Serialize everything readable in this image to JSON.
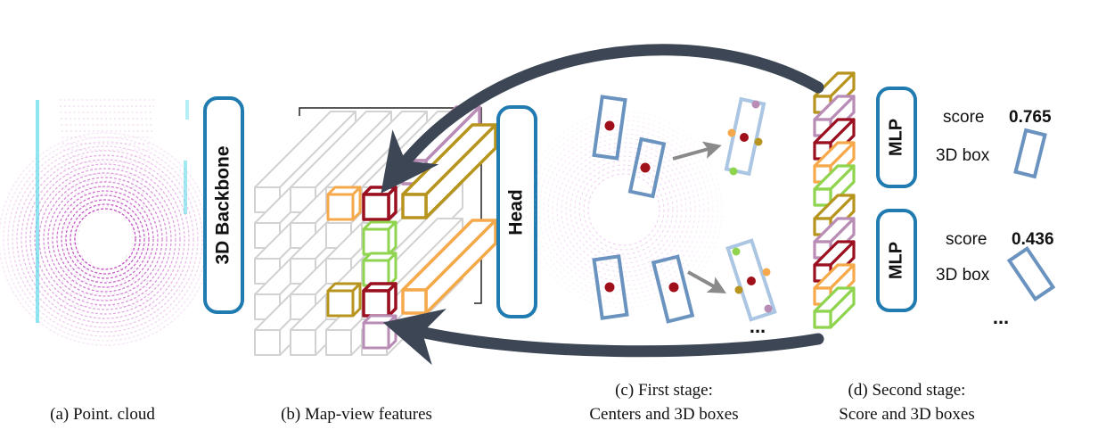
{
  "colors": {
    "module_border": "#1f7bb0",
    "arrow": "#3c4654",
    "grid_line": "#d2d2d2",
    "box_blue": "#6b93c0",
    "box_light": "#aac6e2",
    "center_dot": "#a0101a",
    "feat_gold": "#b7941e",
    "feat_purple": "#b98cb5",
    "feat_red": "#9b1020",
    "feat_orange": "#f6a94a",
    "feat_green": "#8fd44e",
    "pc_magenta": "#c34fc3",
    "pc_cyan": "#45d4e6"
  },
  "modules": {
    "backbone_label": "3D Backbone",
    "head_label": "Head",
    "mlp_top_label": "MLP",
    "mlp_bottom_label": "MLP"
  },
  "results": {
    "top": {
      "score_label": "score",
      "score_value": "0.765",
      "box_label": "3D box"
    },
    "bottom": {
      "score_label": "score",
      "score_value": "0.436",
      "box_label": "3D box"
    },
    "ellipsis_right": "...",
    "ellipsis_stage1": "..."
  },
  "captions": {
    "a": "(a) Point. cloud",
    "b": "(b) Map-view features",
    "c_line1": "(c) First stage:",
    "c_line2": "Centers and 3D boxes",
    "d_line1": "(d) Second stage:",
    "d_line2": "Score and 3D boxes"
  }
}
